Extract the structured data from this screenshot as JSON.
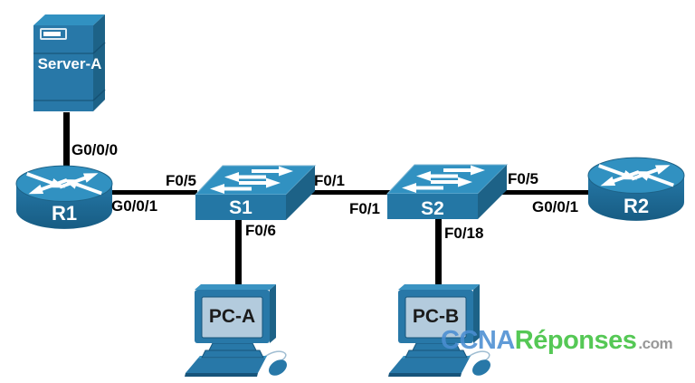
{
  "diagram": {
    "type": "network topology",
    "background": "#ffffff"
  },
  "devices": [
    {
      "id": "server-a",
      "kind": "server",
      "icon": "server-icon",
      "label": "Server-A"
    },
    {
      "id": "r1",
      "kind": "router",
      "icon": "router-icon",
      "label": "R1"
    },
    {
      "id": "s1",
      "kind": "switch",
      "icon": "switch-icon",
      "label": "S1"
    },
    {
      "id": "s2",
      "kind": "switch",
      "icon": "switch-icon",
      "label": "S2"
    },
    {
      "id": "r2",
      "kind": "router",
      "icon": "router-icon",
      "label": "R2"
    },
    {
      "id": "pc-a",
      "kind": "pc",
      "icon": "pc-icon",
      "label": "PC-A"
    },
    {
      "id": "pc-b",
      "kind": "pc",
      "icon": "pc-icon",
      "label": "PC-B"
    }
  ],
  "links": [
    {
      "a": "R1",
      "a_if": "G0/0/0",
      "b": "Server-A",
      "b_if": ""
    },
    {
      "a": "R1",
      "a_if": "G0/0/1",
      "b": "S1",
      "b_if": "F0/5"
    },
    {
      "a": "S1",
      "a_if": "F0/1",
      "b": "S2",
      "b_if": "F0/1"
    },
    {
      "a": "S2",
      "a_if": "F0/5",
      "b": "R2",
      "b_if": "G0/0/1"
    },
    {
      "a": "S1",
      "a_if": "F0/6",
      "b": "PC-A",
      "b_if": ""
    },
    {
      "a": "S2",
      "a_if": "F0/18",
      "b": "PC-B",
      "b_if": ""
    }
  ],
  "watermark": {
    "part1": "CCNA",
    "part2": "Réponses",
    "part3": ".com",
    "color1": "#4b8ed2",
    "color2": "#3ec13e",
    "color3": "#8a8a8a"
  },
  "colors": {
    "device_top": "#3191c1",
    "device_front": "#2477a5",
    "device_side": "#1d6287",
    "cable": "#000000",
    "interface_label_text": "#000000",
    "device_label_text": "#ffffff",
    "pc_label_text": "#1b1b1b",
    "pc_screen": "#b3cbdd"
  }
}
